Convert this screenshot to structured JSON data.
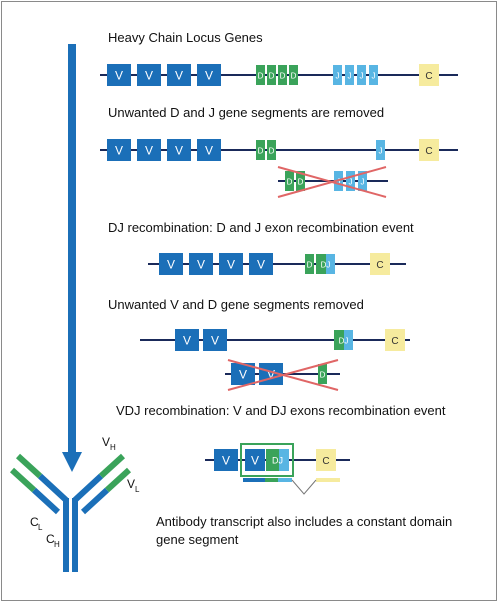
{
  "colors": {
    "v_segment": "#1b6fb8",
    "d_segment": "#3aa35a",
    "j_segment": "#58b5e3",
    "c_segment": "#f6eb9e",
    "dna_line": "#1a2a5a",
    "arrow": "#1b6fb8",
    "strike": "#e06666",
    "antibody_heavy": "#1b6fb8",
    "antibody_variable": "#3aa35a",
    "frame_border": "#8a8a8a"
  },
  "captions": {
    "step1": "Heavy Chain Locus Genes",
    "step2": "Unwanted D and J gene segments are removed",
    "step3": "DJ recombination:  D and J exon recombination event",
    "step4": "Unwanted V and D gene segments removed",
    "step5": "VDJ recombination: V and DJ exons recombination event",
    "note": "Antibody transcript also includes a constant domain gene segment"
  },
  "segment_labels": {
    "v": "V",
    "d": "D",
    "j": "J",
    "c": "C",
    "dj": "DJ"
  },
  "antibody_labels": {
    "vh_main": "V",
    "vh_sub": "H",
    "vl_main": "V",
    "vl_sub": "L",
    "cl_main": "C",
    "cl_sub": "L",
    "ch_main": "C",
    "ch_sub": "H"
  }
}
